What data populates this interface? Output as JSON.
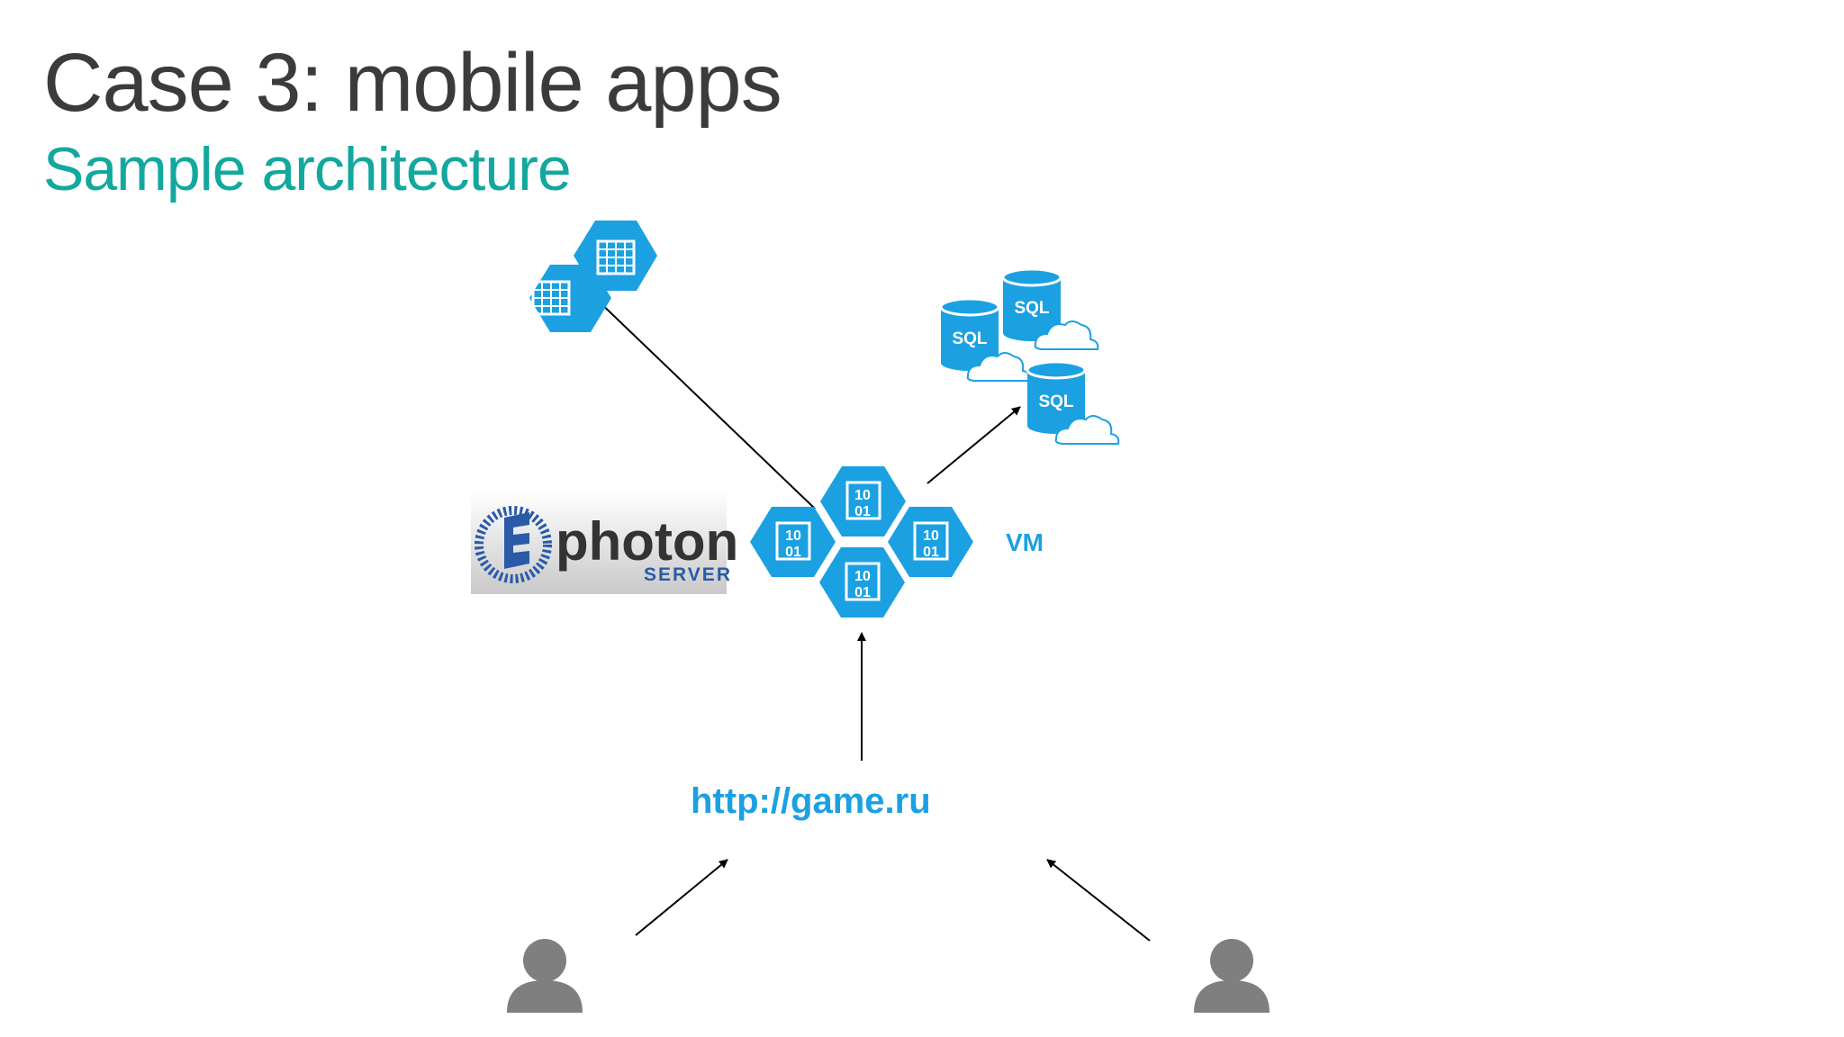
{
  "slide": {
    "title": "Case 3: mobile apps",
    "subtitle": "Sample architecture"
  },
  "diagram": {
    "vm_label": "VM",
    "url_label": "http://game.ru",
    "vm_hex_text_top": "10",
    "vm_hex_text_bottom": "01",
    "sql_label": "SQL",
    "photon_logo": {
      "word": "photon",
      "server": "SERVER"
    },
    "icons": [
      "table-storage-icon",
      "table-storage-icon",
      "sql-database-icon",
      "sql-database-icon",
      "sql-database-icon",
      "virtual-machine-icon",
      "virtual-machine-icon",
      "virtual-machine-icon",
      "virtual-machine-icon",
      "user-icon",
      "user-icon"
    ],
    "colors": {
      "azure_blue": "#1ba1e2",
      "title_gray": "#3b3b3b",
      "subtitle_teal": "#13a89e",
      "user_gray": "#7f7f7f"
    }
  }
}
